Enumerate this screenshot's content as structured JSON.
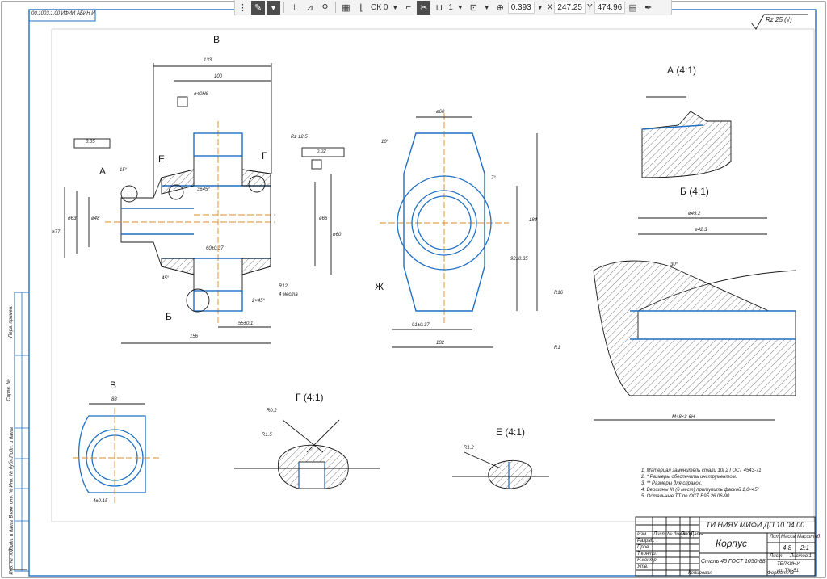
{
  "toolbar": {
    "cs_label": "СК 0",
    "layer_value": "1",
    "scale_value": "0.393",
    "x_label": "X",
    "x_value": "247.25",
    "y_label": "Y",
    "y_value": "474.96"
  },
  "stamp_top_left": "00.1003.1.00 ИФИИ АБИН И",
  "roughness_top_right": "Rz 25 (√)",
  "views": {
    "view_marker_b": "В",
    "section_a": "А (4:1)",
    "section_b": "Б (4:1)",
    "section_v": "В",
    "section_g": "Г (4:1)",
    "section_e": "Е (4:1)",
    "label_a": "А",
    "label_e": "Е",
    "label_g": "Г",
    "label_b": "Б",
    "label_zh": "Ж"
  },
  "dimensions": {
    "d1": "133",
    "d2": "100",
    "d3": "ø40H8",
    "d4": "3±45°",
    "d5": "Rz 12.5",
    "d6": "0.05",
    "d7": "ø77",
    "d8": "ø63",
    "d9": "ø48",
    "d10": "ø66",
    "d11": "ø60",
    "d12": "15°",
    "d13": "45°",
    "d14": "R12",
    "d15": "4 места",
    "d16": "2×45°",
    "d17": "55±0.1",
    "d18": "156",
    "d19": "60±0.37",
    "d20": "ø60",
    "d21": "7°",
    "d22": "10°",
    "d23": "184",
    "d24": "92±0.35",
    "d25": "91±0.37",
    "d26": "102",
    "d27": "M48×3-6H",
    "d28": "ø49.2",
    "d29": "ø42.3",
    "d30": "R16",
    "d31": "R1",
    "d32": "30°",
    "d33": "88",
    "d34": "4±0.15",
    "d35": "R1.5",
    "d36": "R0.2",
    "d37": "R1.2",
    "d38": "0.02"
  },
  "notes": [
    "1. Материал заменитель стали 10Г2 ГОСТ 4543-71",
    "2. * Размеры обеспечить инструментом.",
    "3. ** Размеры для справок.",
    "4. Вершины Ж (6 мест) притупить фаской 1,0×45°",
    "5. Остальные ТТ по ОСТ В95 26 06-90"
  ],
  "title_block": {
    "designation": "ТИ НИЯУ МИФИ ДП 10.04.00",
    "name": "Корпус",
    "material": "Сталь 45 ГОСТ 1050-88",
    "mass": "4.8",
    "scale": "2:1",
    "org_line1": "ТЕЛКИНУ",
    "org_line2": "гр. ТМ-51",
    "col_lit": "Лит.",
    "col_mass": "Масса",
    "col_scale": "Масштаб",
    "sheet_label": "Лист",
    "sheets_label": "Листов 1",
    "rows": [
      "Изм.",
      "Лист",
      "№ докум.",
      "Подп.",
      "Дата"
    ],
    "roles": [
      "Разраб.",
      "Пров.",
      "Т.контр.",
      "Н.контр.",
      "Утв."
    ],
    "copied": "Копировал",
    "format": "Формат A3"
  },
  "side_stamps": [
    "Перв. примен.",
    "Справ. №",
    "Подп. и дата",
    "Инв. № дубл.",
    "Взам. инв. №",
    "Подп. и дата",
    "Инв. № подл."
  ],
  "colors": {
    "line": "#1a1a1a",
    "highlight": "#1f6fc4",
    "axis": "#d98c2b",
    "frame": "#2a6cbf",
    "toolbar_bg": "#f3f3f3"
  }
}
